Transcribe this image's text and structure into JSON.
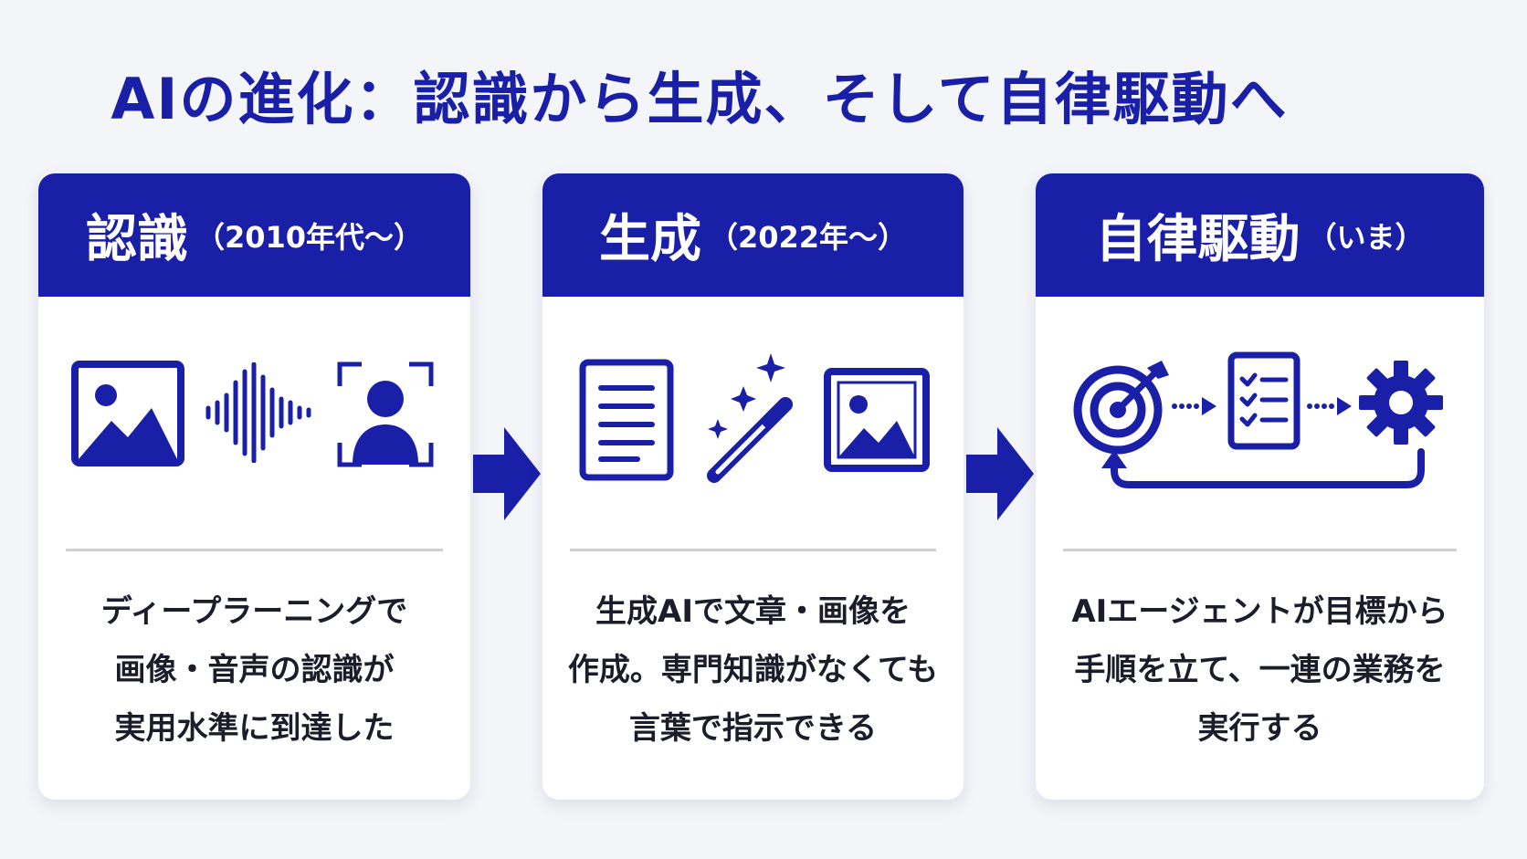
{
  "title": "AIの進化：認識から生成、そして自律駆動へ",
  "colors": {
    "primary": "#1a1fa8",
    "background": "#f3f5f9",
    "card": "#ffffff",
    "text": "#1b1d2a"
  },
  "stages": [
    {
      "heading": "認識",
      "period": "（2010年代〜）",
      "icons": [
        "image-icon",
        "sound-wave-icon",
        "face-scan-icon"
      ],
      "lines": [
        "ディープラーニングで",
        "画像・音声の認識が",
        "実用水準に到達した"
      ]
    },
    {
      "heading": "生成",
      "period": "（2022年〜）",
      "icons": [
        "document-icon",
        "magic-wand-icon",
        "image-icon"
      ],
      "lines": [
        "生成AIで文章・画像を",
        "作成。専門知識がなくても",
        "言葉で指示できる"
      ]
    },
    {
      "heading": "自律駆動",
      "period": "（いま）",
      "icons": [
        "target-icon",
        "checklist-icon",
        "gear-icon",
        "loop-arrow-icon"
      ],
      "lines": [
        "AIエージェントが目標から",
        "手順を立て、一連の業務を",
        "実行する"
      ]
    }
  ]
}
